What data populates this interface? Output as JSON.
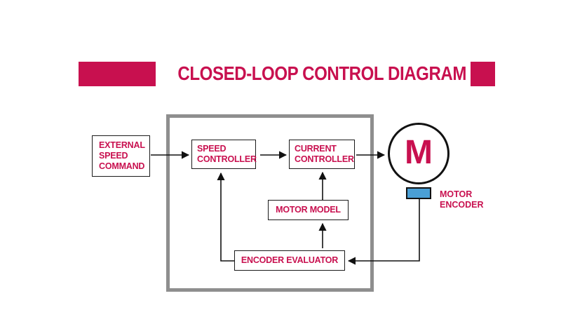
{
  "title": "CLOSED-LOOP CONTROL DIAGRAM",
  "colors": {
    "accent": "#c8104f",
    "frame": "#8e8e8e",
    "line": "#111111",
    "encoder_fill": "#4a9fd5"
  },
  "blocks": {
    "external_speed_command": "EXTERNAL\nSPEED\nCOMMAND",
    "speed_controller": "SPEED\nCONTROLLER",
    "current_controller": "CURRENT\nCONTROLLER",
    "motor_model": "MOTOR MODEL",
    "encoder_evaluator": "ENCODER EVALUATOR"
  },
  "motor": {
    "symbol": "M",
    "encoder_label": "MOTOR\nENCODER"
  }
}
